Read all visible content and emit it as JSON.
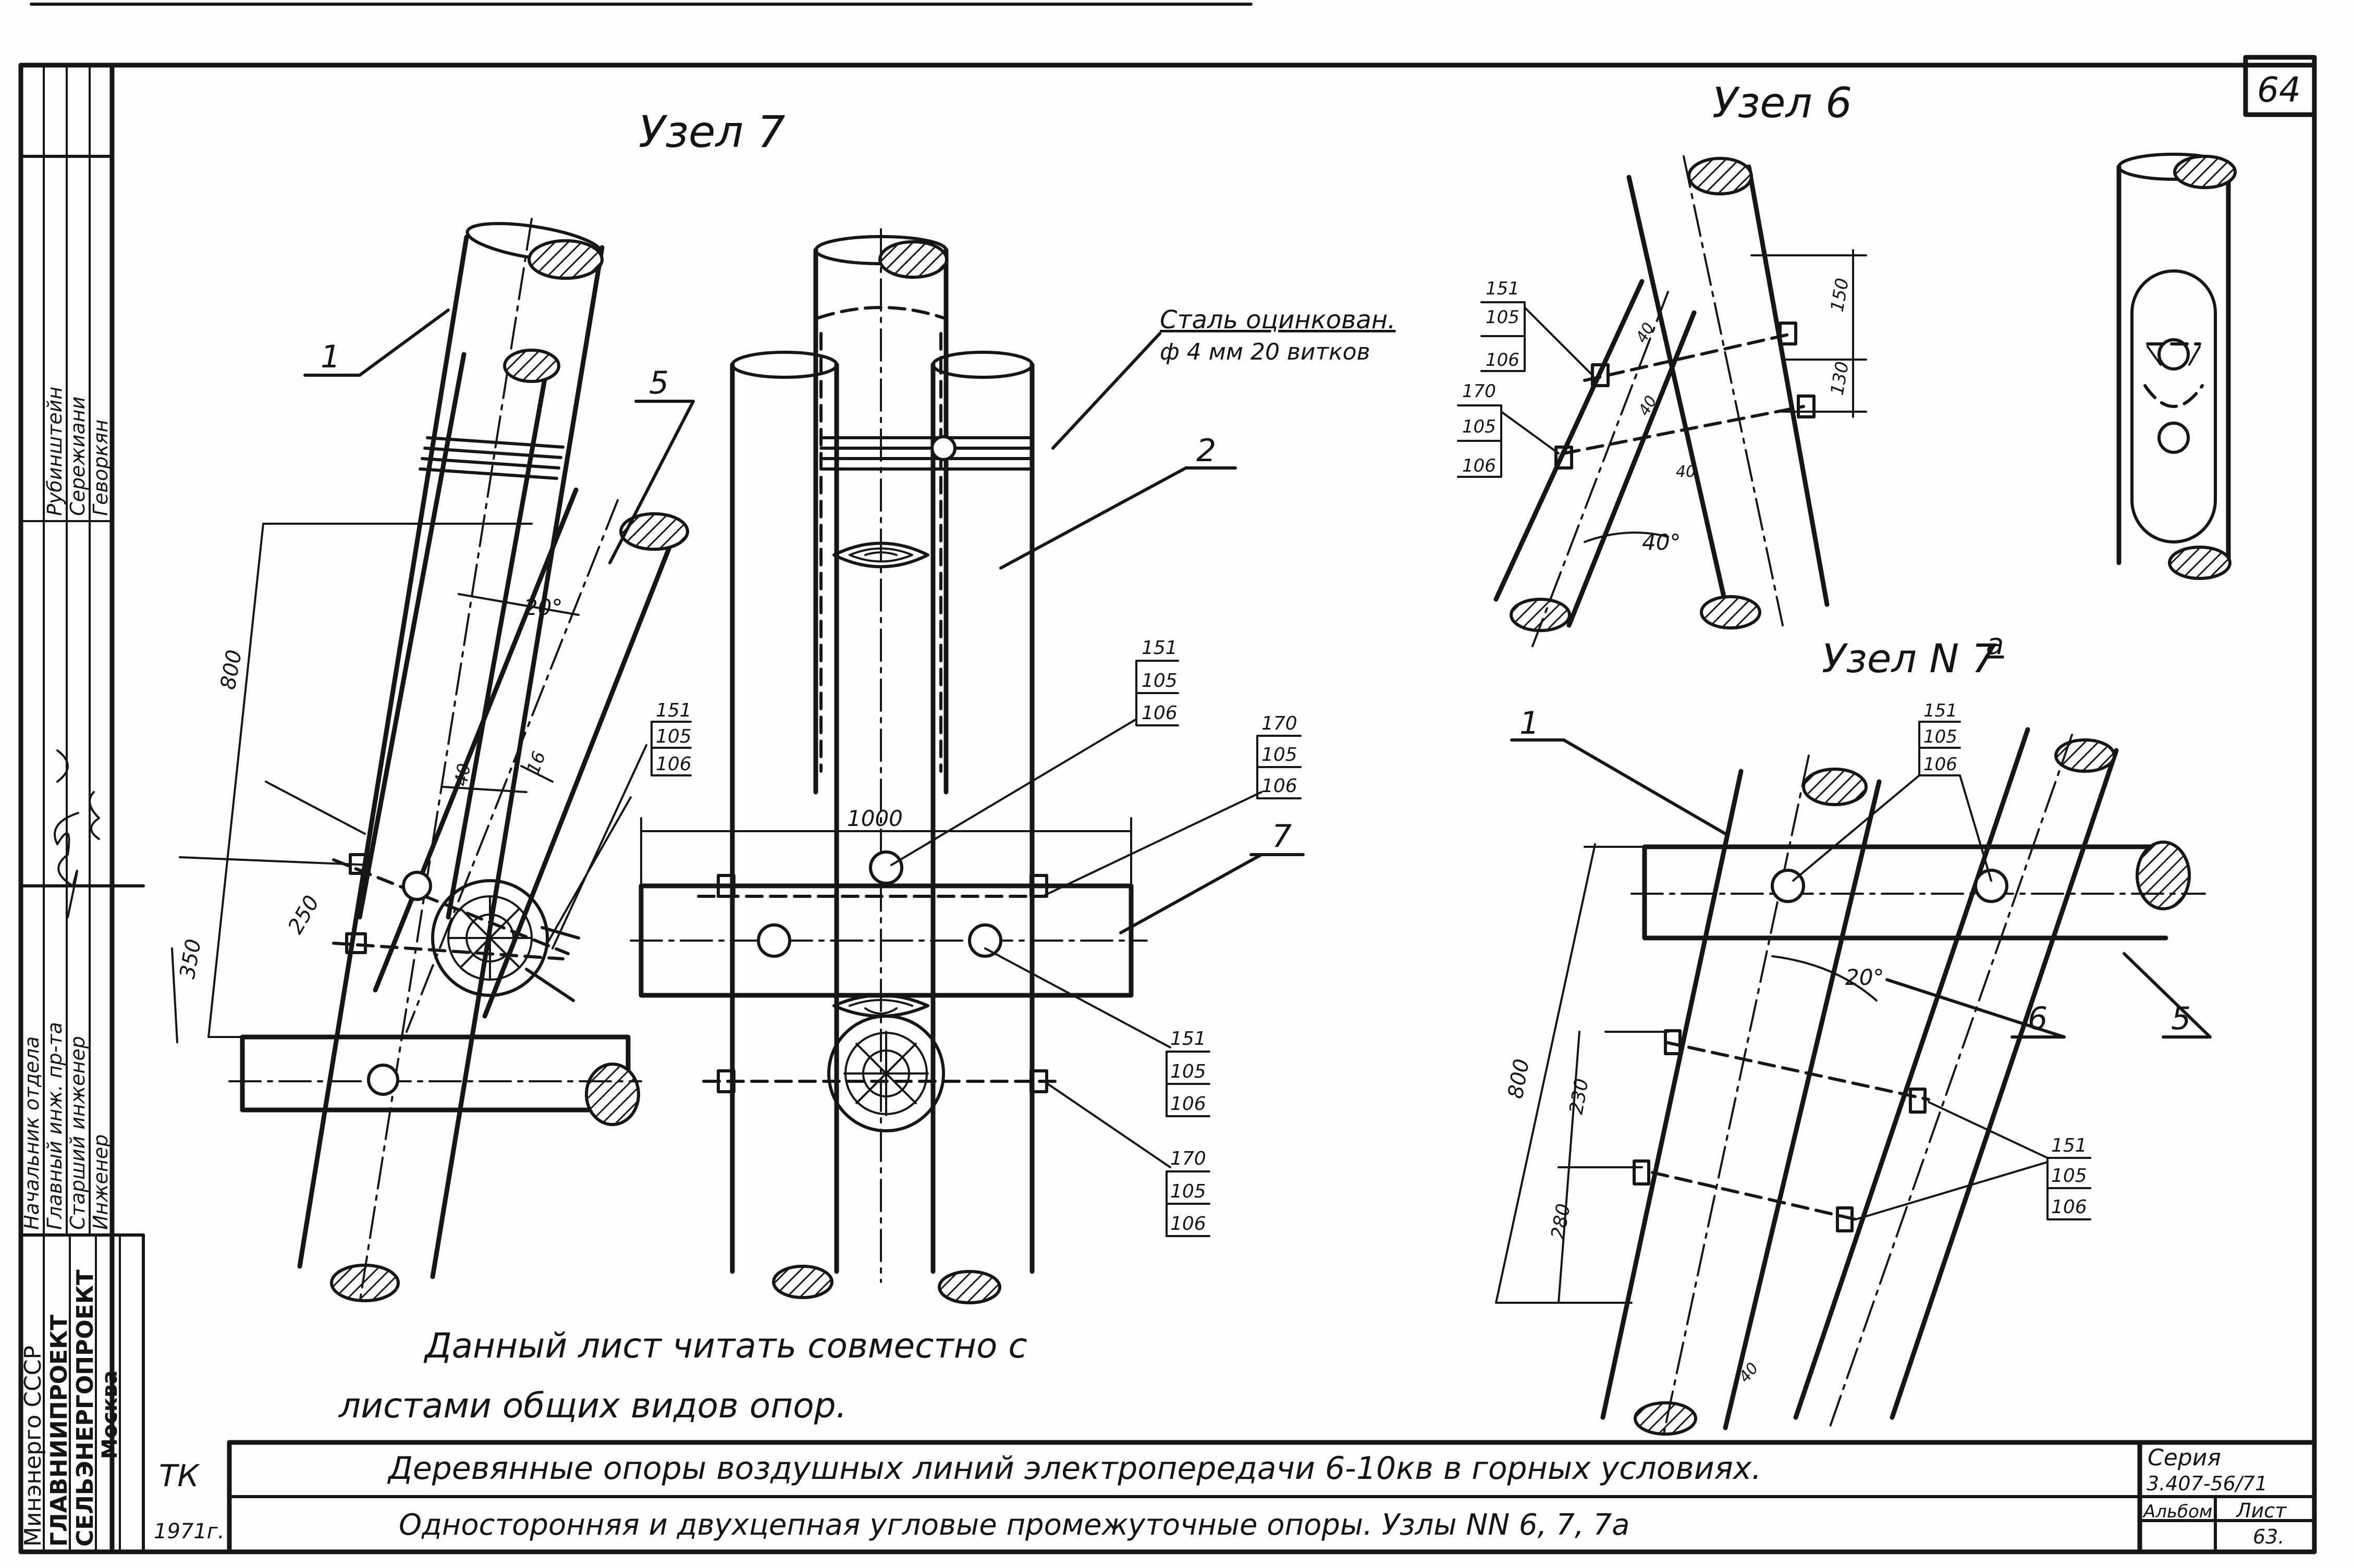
{
  "sheet": {
    "number": "64"
  },
  "stamp": {
    "staff": [
      {
        "role": "Начальник отдела",
        "name": ""
      },
      {
        "role": "Главный инж. пр-та",
        "name": "Рубинштейн"
      },
      {
        "role": "Старший инженер",
        "name": "Сережиани"
      },
      {
        "role": "Инженер",
        "name": "Геворкян"
      }
    ],
    "org_lines": [
      "Минэнерго СССР",
      "ГЛАВНИИПРОЕКТ",
      "СЕЛЬЭНЕРГОПРОЕКТ",
      "Москва"
    ],
    "code": "ТК",
    "year": "1971г.",
    "title_1": "Деревянные опоры воздушных линий электропередачи 6-10кв в горных условиях.",
    "title_2": "Односторонняя и двухцепная угловые промежуточные опоры. Узлы NN 6, 7, 7а",
    "series_label": "Серия",
    "series_value": "3.407-56/71",
    "album_label": "Альбом",
    "list_label": "Лист",
    "list_value": "63."
  },
  "uzel7": {
    "title": "Узел 7",
    "callouts": {
      "c1": "1",
      "c5": "5",
      "c2": "2",
      "c7": "7"
    },
    "wire_note": [
      "Сталь оцинкован.",
      "ф 4 мм 20 витков"
    ],
    "dims": {
      "d800": "800",
      "d350": "350",
      "d250": "250",
      "d40": "40",
      "d16": "16",
      "d1000": "1000"
    },
    "angle": "20°",
    "specs": [
      [
        "151",
        "105",
        "106"
      ],
      [
        "151",
        "105",
        "106"
      ],
      [
        "170",
        "105",
        "106"
      ],
      [
        "151",
        "105",
        "106"
      ],
      [
        "170",
        "105",
        "106"
      ]
    ]
  },
  "uzel6": {
    "title": "Узел 6",
    "dims": {
      "d150": "150",
      "d130": "130",
      "d40a": "40",
      "d40b": "40",
      "d40c": "40"
    },
    "angle": "40°",
    "specs": [
      [
        "151",
        "105",
        "106"
      ],
      [
        "170",
        "105",
        "106"
      ]
    ]
  },
  "uzel7a": {
    "title": "Узел N 7",
    "sup": "а",
    "callouts": {
      "c1": "1",
      "c6": "6",
      "c5": "5"
    },
    "dims": {
      "d800": "800",
      "d230": "230",
      "d280": "280",
      "d40": "40"
    },
    "angle": "20°",
    "specs": [
      [
        "151",
        "105",
        "106"
      ],
      [
        "151",
        "105",
        "106"
      ]
    ]
  },
  "note": {
    "line1": "Данный лист читать совместно с",
    "line2": "листами общих видов опор."
  }
}
